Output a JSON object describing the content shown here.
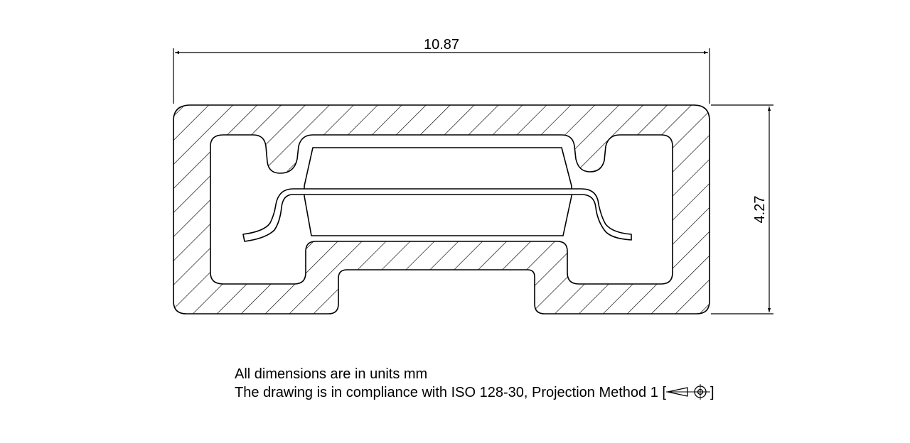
{
  "dimensions": {
    "width_label": "10.87",
    "height_label": "4.27"
  },
  "notes": {
    "units": "All dimensions are in units mm",
    "compliance_prefix": "The drawing is in compliance with ISO 128-30, Projection Method 1 [",
    "compliance_suffix": "]"
  },
  "icons": {
    "projection": "first-angle-projection-icon"
  },
  "colors": {
    "line": "#000000",
    "background": "#ffffff"
  }
}
